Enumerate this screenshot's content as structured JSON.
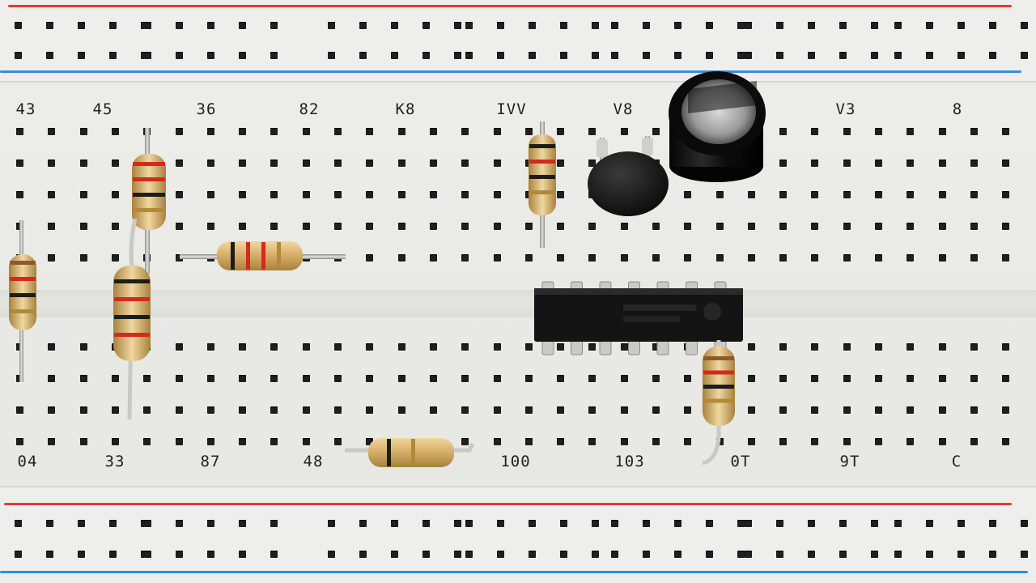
{
  "breadboard": {
    "top_labels": [
      "43",
      "45",
      "36",
      "82",
      "K8",
      "IVV",
      "V8",
      "V3",
      "8"
    ],
    "bottom_labels": [
      "04",
      "33",
      "87",
      "48",
      "100",
      "103",
      "0T",
      "9T",
      "C"
    ],
    "rail_colors": {
      "positive": "#e33a37",
      "negative": "#2f8fe0"
    }
  },
  "components": {
    "resistors": [
      {
        "id": "r1",
        "bands": [
          "#8c5a2b",
          "#d22a1e",
          "#1c1c1c",
          "#b08a3a"
        ]
      },
      {
        "id": "r2",
        "bands": [
          "#d22a1e",
          "#d22a1e",
          "#1c1c1c",
          "#b08a3a"
        ]
      },
      {
        "id": "r3",
        "bands": [
          "#1c1c1c",
          "#d22a1e",
          "#1c1c1c",
          "#d22a1e"
        ]
      },
      {
        "id": "r4",
        "bands": [
          "#1c1c1c",
          "#d22a1e",
          "#d22a1e",
          "#b08a3a"
        ]
      },
      {
        "id": "r5",
        "bands": [
          "#1c1c1c",
          "#d22a1e",
          "#1c1c1c",
          "#b08a3a"
        ]
      },
      {
        "id": "r6",
        "bands": [
          "#8c5a2b",
          "#d22a1e",
          "#1c1c1c",
          "#b08a3a"
        ]
      },
      {
        "id": "r7",
        "bands": [
          "#1c1c1c",
          "#b08a3a"
        ]
      }
    ],
    "capacitor": {
      "type": "electrolytic",
      "color": "#151515"
    },
    "transistor": {
      "type": "TO-92",
      "color": "#1a1a1a"
    },
    "ic": {
      "type": "DIP-14",
      "color": "#141414"
    }
  }
}
